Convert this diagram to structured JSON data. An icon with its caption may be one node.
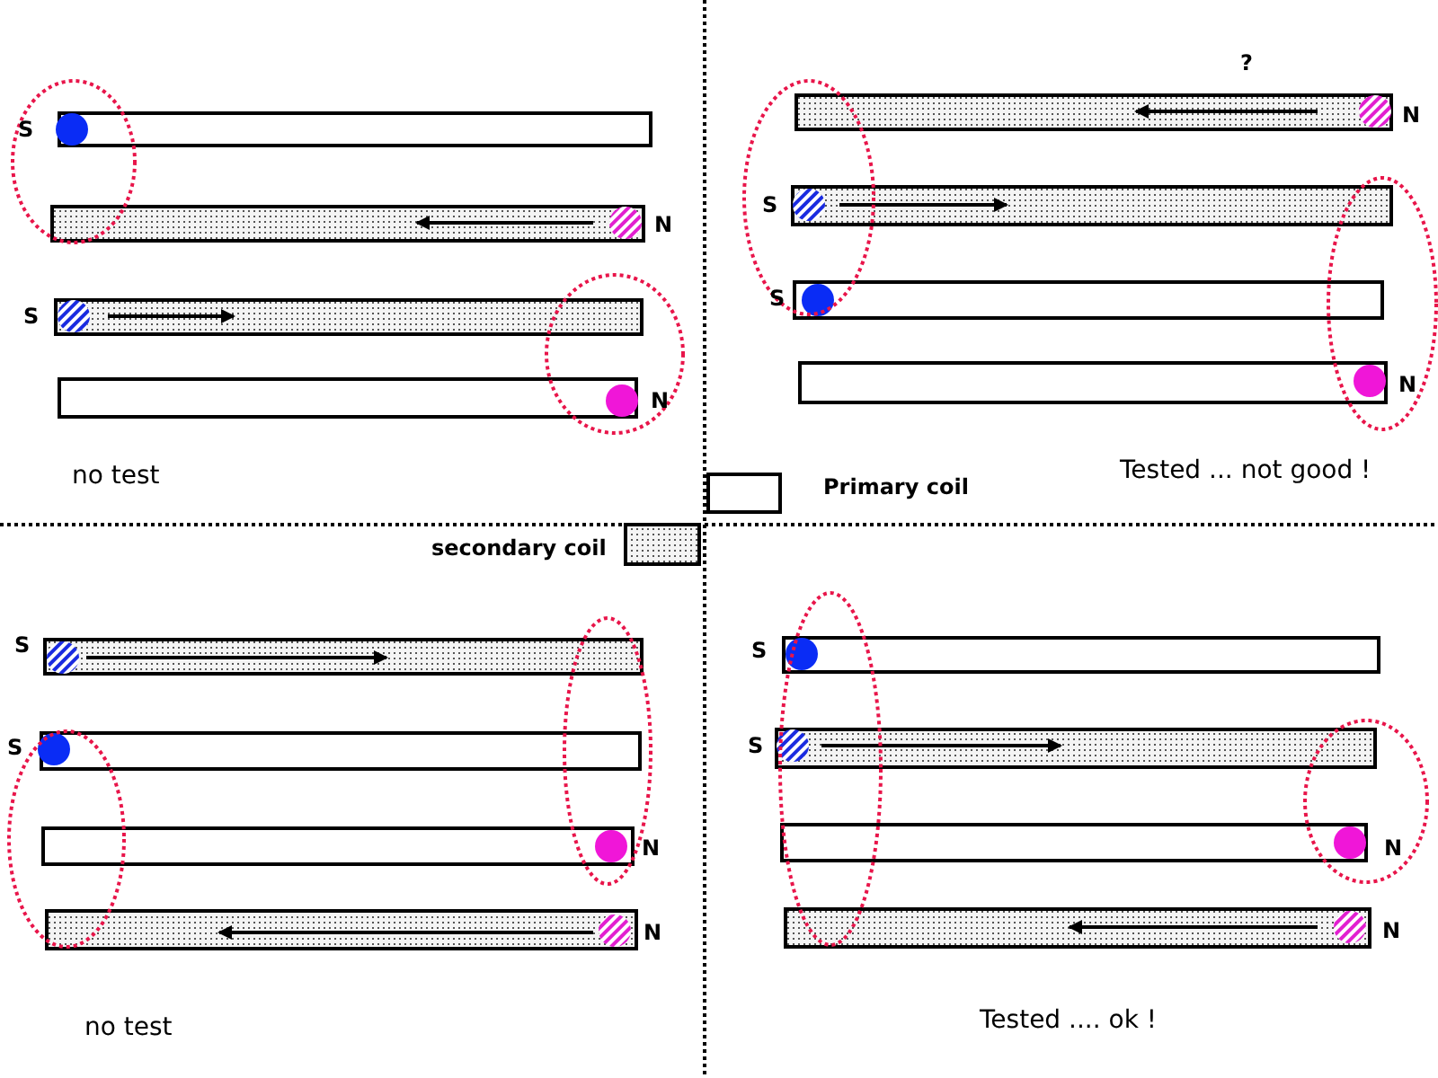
{
  "diagram": {
    "labels": [
      "S",
      "N",
      "S",
      "N",
      "no test",
      "?",
      "N",
      "S",
      "S",
      "N",
      "Tested ... not good !",
      "S",
      "S",
      "N",
      "N",
      "no test",
      "S",
      "S",
      "N",
      "N",
      "Tested .... ok !"
    ],
    "legend": [
      {
        "text": "Primary coil"
      },
      {
        "text": "secondary coil"
      }
    ]
  }
}
